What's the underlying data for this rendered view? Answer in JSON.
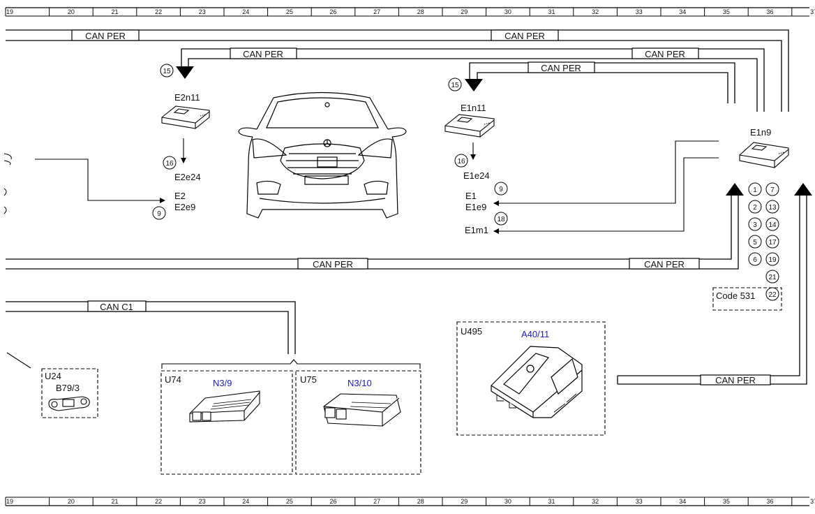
{
  "ruler": {
    "columns": [
      "19",
      "20",
      "21",
      "22",
      "23",
      "24",
      "25",
      "26",
      "27",
      "28",
      "29",
      "30",
      "31",
      "32",
      "33",
      "34",
      "35",
      "36",
      "37"
    ]
  },
  "bus_labels": {
    "can_per_top_left": "CAN PER",
    "can_per_top_right": "CAN PER",
    "can_per_e2n11": "CAN PER",
    "can_per_e1n9_upper": "CAN PER",
    "can_per_e1n11": "CAN PER",
    "can_per_mid_left": "CAN PER",
    "can_per_mid_right": "CAN PER",
    "can_c1": "CAN C1",
    "can_per_bottom_right": "CAN PER"
  },
  "components": {
    "e2n11": {
      "label": "E2n11",
      "ref": "15",
      "arrow_ref": "16",
      "target": "E2e24"
    },
    "e2": {
      "line1": "E2",
      "line2": "E2e9",
      "ref": "9"
    },
    "e1n11": {
      "label": "E1n11",
      "ref": "15",
      "arrow_ref": "16",
      "target": "E1e24"
    },
    "e1": {
      "line1": "E1",
      "line2": "E1e9",
      "ref": "9"
    },
    "e1m1": {
      "label": "E1m1",
      "ref": "18"
    },
    "e1n9": {
      "label": "E1n9"
    },
    "code_box": {
      "label": "Code 531"
    },
    "u24": {
      "label": "U24",
      "part": "B79/3"
    },
    "u74": {
      "label": "U74",
      "part": "N3/9"
    },
    "u75": {
      "label": "U75",
      "part": "N3/10"
    },
    "u495": {
      "label": "U495",
      "part": "A40/11"
    }
  },
  "ref_numbers": {
    "left": [
      "1",
      "2",
      "3",
      "5",
      "6"
    ],
    "right": [
      "7",
      "13",
      "14",
      "17",
      "19",
      "21",
      "22"
    ]
  }
}
